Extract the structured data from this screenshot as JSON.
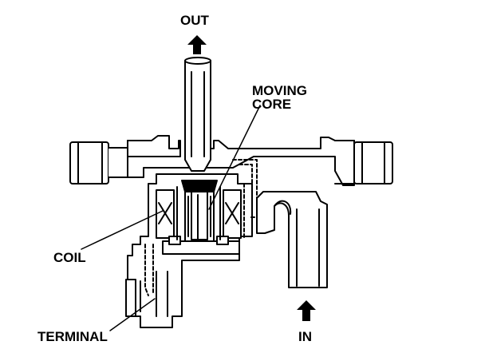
{
  "labels": {
    "out": "OUT",
    "moving_core_line1": "MOVING",
    "moving_core_line2": "CORE",
    "coil": "COIL",
    "terminal": "TERMINAL",
    "in": "IN"
  },
  "arrows": {
    "out_direction": "up",
    "in_direction": "up"
  },
  "colors": {
    "line": "#000000",
    "background": "#ffffff"
  }
}
